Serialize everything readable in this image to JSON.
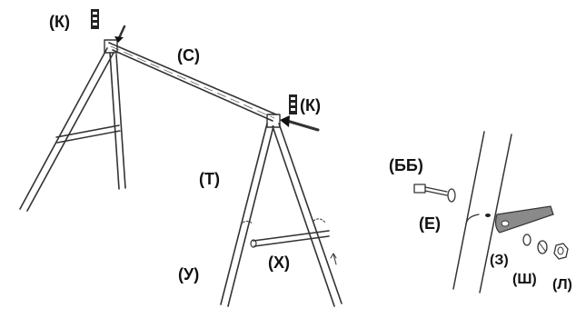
{
  "labels": {
    "k_top": "(К)",
    "c": "(С)",
    "k_right": "(К)",
    "t": "(Т)",
    "u": "(У)",
    "x": "(Х)",
    "bb": "(ББ)",
    "e": "(Е)",
    "z": "(З)",
    "sh": "(Ш)",
    "l": "(Л)"
  }
}
